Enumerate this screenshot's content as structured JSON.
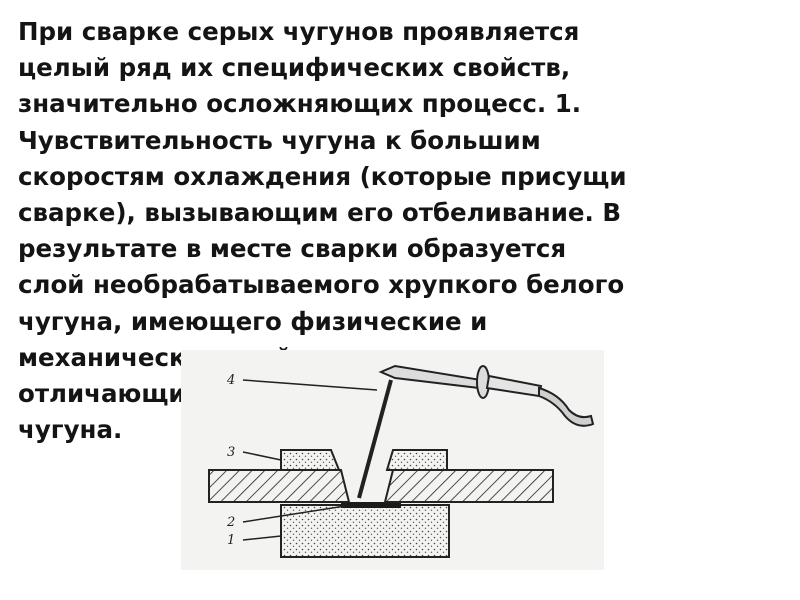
{
  "slide": {
    "lines": [
      "При сварке серых чугунов проявляется",
      "целый ряд их специфических свойств,",
      "значительно осложняющих процесс. 1.",
      "Чувствительность чугуна к большим",
      "скоростям охлаждения (которые присущи",
      "сварке), вызывающим его отбеливание. В",
      "результате в месте сварки образуется",
      "слой необрабатываемого хрупкого белого",
      "чугуна, имеющего физические и",
      "механические свойства, резко",
      "отличающиеся от свойств серого",
      "чугуна."
    ]
  },
  "figure": {
    "labels": {
      "l1": "1",
      "l2": "2",
      "l3": "3",
      "l4": "4"
    }
  }
}
